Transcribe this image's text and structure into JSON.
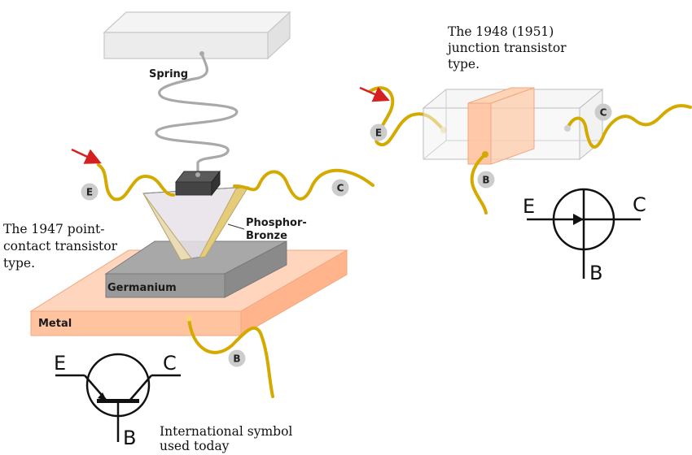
{
  "point_contact": {
    "spring_label": "Spring",
    "phosphor_label_1": "Phosphor-",
    "phosphor_label_2": "Bronze",
    "germanium_label": "Germanium",
    "metal_label": "Metal",
    "caption_lines": [
      "The 1947 point-",
      "contact transistor",
      "type."
    ],
    "terminals": {
      "emitter": "E",
      "collector": "C",
      "base": "B"
    }
  },
  "junction": {
    "caption_lines": [
      "The 1948 (1951)",
      "junction transistor",
      "type."
    ],
    "terminals": {
      "emitter": "E",
      "collector": "C",
      "base": "B"
    }
  },
  "symbols": {
    "junction_symbol": {
      "emitter": "E",
      "collector": "C",
      "base": "B"
    },
    "international_symbol": {
      "emitter": "E",
      "collector": "C",
      "base": "B"
    },
    "international_caption_lines": [
      "International symbol",
      "used today"
    ]
  },
  "colors": {
    "wire": "#d4aa00",
    "metal": "#ffc8a6",
    "germanium": "#999999",
    "arrow": "#d42020",
    "terminal_badge": "#cccccc"
  }
}
